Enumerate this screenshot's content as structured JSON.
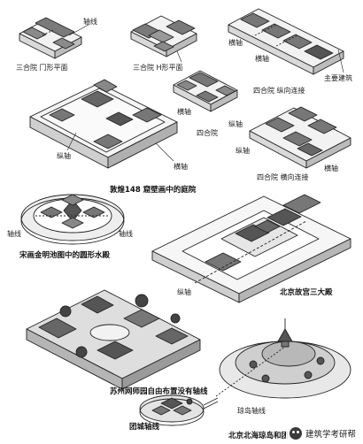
{
  "labels": {
    "sanheyuan_u": "三合院 冂形平面",
    "sanheyuan_h": "三合院 H形平面",
    "axis_top": "轴线",
    "horizontal_axis_a": "横轴",
    "horizontal_axis_b": "横轴",
    "main_building": "主要建筑",
    "siheyuan_vertical": "四合院 纵向连接",
    "horizontal_axis_c": "横轴",
    "siheyuan": "四合院",
    "vertical_axis_a": "纵轴",
    "vertical_axis_b": "纵轴",
    "vertical_axis_c": "纵轴",
    "horizontal_axis_d": "横轴",
    "horizontal_axis_e": "横轴",
    "siheyuan_horizontal": "四合院 横向连接",
    "dunhuang": "敦煌148 窟壁画中的庭院",
    "axis_left": "轴线",
    "axis_right": "轴线",
    "song_painting": "宋画金明池图中的圆形水殿",
    "vertical_axis_d": "纵轴",
    "forbidden_city": "北京故宫三大殿",
    "suzhou": "苏州网师园自由布置没有轴线",
    "island_axis": "琼岛轴线",
    "tuancheng_axis": "团城轴线",
    "beihai": "北京北海琼岛和团城"
  },
  "watermark": {
    "text": "建筑学考研帮",
    "icon": "wechat-icon"
  }
}
